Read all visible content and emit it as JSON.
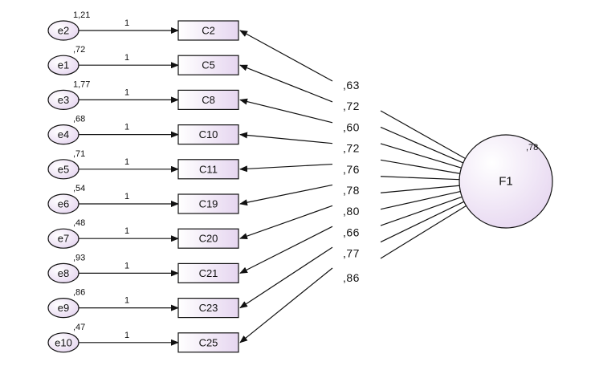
{
  "factor": {
    "name": "F1",
    "variance": ",78"
  },
  "indicators": [
    {
      "error": "e2",
      "error_variance": "1,21",
      "path": "1",
      "variable": "C2",
      "loading": ",63"
    },
    {
      "error": "e1",
      "error_variance": ",72",
      "path": "1",
      "variable": "C5",
      "loading": ",72"
    },
    {
      "error": "e3",
      "error_variance": "1,77",
      "path": "1",
      "variable": "C8",
      "loading": ",60"
    },
    {
      "error": "e4",
      "error_variance": ",68",
      "path": "1",
      "variable": "C10",
      "loading": ",72"
    },
    {
      "error": "e5",
      "error_variance": ",71",
      "path": "1",
      "variable": "C11",
      "loading": ",76"
    },
    {
      "error": "e6",
      "error_variance": ",54",
      "path": "1",
      "variable": "C19",
      "loading": ",78"
    },
    {
      "error": "e7",
      "error_variance": ",48",
      "path": "1",
      "variable": "C20",
      "loading": ",80"
    },
    {
      "error": "e8",
      "error_variance": ",93",
      "path": "1",
      "variable": "C21",
      "loading": ",66"
    },
    {
      "error": "e9",
      "error_variance": ",86",
      "path": "1",
      "variable": "C23",
      "loading": ",77"
    },
    {
      "error": "e10",
      "error_variance": ",47",
      "path": "1",
      "variable": "C25",
      "loading": ",86"
    }
  ],
  "colors": {
    "node_fill_light": "#ffffff",
    "node_fill_tint": "#e6d6f0",
    "stroke": "#111111"
  }
}
